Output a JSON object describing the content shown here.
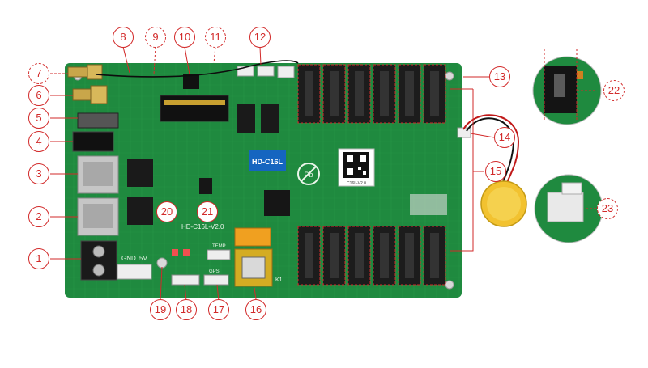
{
  "board": {
    "badge": "HD-C16L",
    "silk_model": "HD-C16L-V2.0",
    "silk_gnd": "GND",
    "silk_5v": "5V",
    "qr_caption": "C16L-V2.0",
    "silk_temp": "TEMP",
    "silk_gps": "GPS",
    "silk_relay": "K1"
  },
  "callouts": [
    {
      "label": "1",
      "style": "solid"
    },
    {
      "label": "2",
      "style": "solid"
    },
    {
      "label": "3",
      "style": "solid"
    },
    {
      "label": "4",
      "style": "solid"
    },
    {
      "label": "5",
      "style": "solid"
    },
    {
      "label": "6",
      "style": "solid"
    },
    {
      "label": "7",
      "style": "dashed"
    },
    {
      "label": "8",
      "style": "solid"
    },
    {
      "label": "9",
      "style": "dashed"
    },
    {
      "label": "10",
      "style": "solid"
    },
    {
      "label": "11",
      "style": "dashed"
    },
    {
      "label": "12",
      "style": "solid"
    },
    {
      "label": "13",
      "style": "solid"
    },
    {
      "label": "14",
      "style": "solid"
    },
    {
      "label": "15",
      "style": "solid"
    },
    {
      "label": "16",
      "style": "solid"
    },
    {
      "label": "17",
      "style": "solid"
    },
    {
      "label": "18",
      "style": "solid"
    },
    {
      "label": "19",
      "style": "solid"
    },
    {
      "label": "20",
      "style": "solid"
    },
    {
      "label": "21",
      "style": "solid"
    },
    {
      "label": "22",
      "style": "dashed"
    },
    {
      "label": "23",
      "style": "dashed"
    }
  ],
  "colors": {
    "pcb": "#1f8a3f",
    "pcb_dark": "#15652c",
    "accent": "#d22a2a",
    "header": "#1c1c1c",
    "badge": "#1565c0",
    "battery": "#f2c230",
    "relay": "#f0a020"
  }
}
